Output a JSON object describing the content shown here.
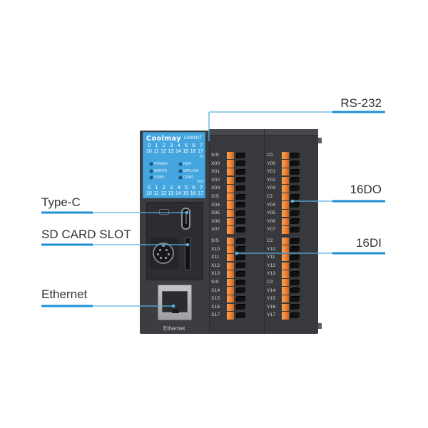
{
  "callouts": {
    "rs232": "RS-232",
    "do": "16DO",
    "di": "16DI",
    "typec": "Type-C",
    "sd_card_slot": "SD CARD SLOT",
    "ethernet": "Ethernet"
  },
  "device": {
    "brand": "Coolmay",
    "model": "L02M32T",
    "in_label": "IN",
    "out_label": "OUT",
    "in_row1": [
      "0",
      "1",
      "2",
      "3",
      "4",
      "5",
      "6",
      "7"
    ],
    "in_row2": [
      "10",
      "11",
      "12",
      "13",
      "14",
      "15",
      "16",
      "17"
    ],
    "out_row1": [
      "0",
      "1",
      "2",
      "3",
      "4",
      "5",
      "6",
      "7"
    ],
    "out_row2": [
      "10",
      "11",
      "12",
      "13",
      "14",
      "15",
      "16",
      "17"
    ],
    "indicators": {
      "power": "POWER",
      "run": "RUN",
      "error": "ERROR",
      "bat_low": "BAT.LOW",
      "com1": "COM1",
      "com2": "COM2"
    },
    "ethernet_label": "Ethernet",
    "di_terminals": [
      "S/S",
      "X00",
      "X01",
      "X02",
      "X03",
      "S/S",
      "X04",
      "X05",
      "X06",
      "X07",
      "S/S",
      "X10",
      "X11",
      "X12",
      "X13",
      "S/S",
      "X14",
      "X15",
      "X16",
      "X17"
    ],
    "do_terminals": [
      "C0",
      "Y00",
      "Y01",
      "Y02",
      "Y03",
      "C1",
      "Y04",
      "Y05",
      "Y06",
      "Y07",
      "C2",
      "Y10",
      "Y11",
      "Y12",
      "Y13",
      "C3",
      "Y14",
      "Y15",
      "Y16",
      "Y17"
    ]
  },
  "colors": {
    "status_panel": "#45a6df",
    "housing": "#3b3d40",
    "terminal_clamp": "#ee8438",
    "leader_line": "#5aaee3",
    "leader_accent": "#1e8ed5"
  }
}
